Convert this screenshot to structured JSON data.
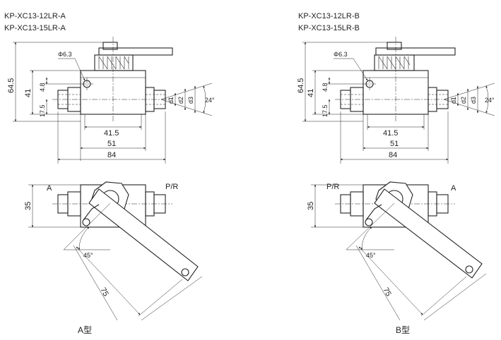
{
  "panels": [
    {
      "id": "A",
      "models": [
        "KP-XC13-12LR-A",
        "KP-XC13-15LR-A"
      ],
      "dims_top": {
        "hole": "Φ6.3",
        "height": "64.5",
        "body": "41",
        "offset_upper": "4.8",
        "offset_lower": "17.5",
        "inner_width": "41.5",
        "mid_width": "51",
        "overall_width": "84",
        "d1": "d1",
        "d2": "d2",
        "d3": "d3",
        "cone_angle": "24°"
      },
      "dims_bottom": {
        "port_left": "A",
        "port_right": "P/R",
        "height": "35",
        "angle": "45°",
        "handle_length": "75"
      },
      "caption": "A型"
    },
    {
      "id": "B",
      "models": [
        "KP-XC13-12LR-B",
        "KP-XC13-15LR-B"
      ],
      "dims_top": {
        "hole": "Φ6.3",
        "height": "64.5",
        "body": "41",
        "offset_upper": "4.8",
        "offset_lower": "17.5",
        "inner_width": "41.5",
        "mid_width": "51",
        "overall_width": "84",
        "d1": "d1",
        "d2": "d2",
        "d3": "d3",
        "cone_angle": "24°"
      },
      "dims_bottom": {
        "port_left": "P/R",
        "port_right": "A",
        "height": "35",
        "angle": "45°",
        "handle_length": "75"
      },
      "caption": "B型"
    }
  ]
}
